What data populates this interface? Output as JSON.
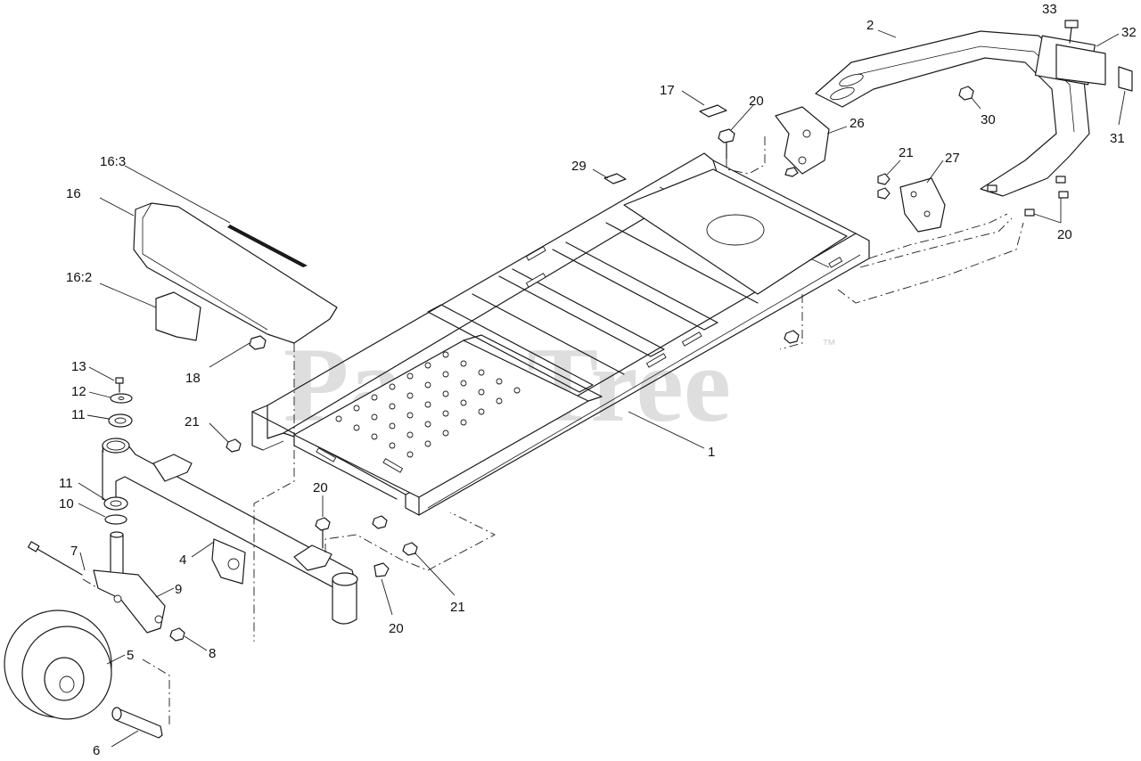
{
  "watermark": {
    "text": "PartsTree",
    "mark": "™"
  },
  "callouts": {
    "c1": "1",
    "c2": "2",
    "c4": "4",
    "c5": "5",
    "c6": "6",
    "c7": "7",
    "c8": "8",
    "c9": "9",
    "c10": "10",
    "c11a": "11",
    "c11b": "11",
    "c12": "12",
    "c13": "13",
    "c16": "16",
    "c16_2": "16:2",
    "c16_3": "16:3",
    "c17": "17",
    "c18": "18",
    "c20a": "20",
    "c20b": "20",
    "c20c": "20",
    "c20d": "20",
    "c21a": "21",
    "c21b": "21",
    "c21c": "21",
    "c26": "26",
    "c27": "27",
    "c29": "29",
    "c30": "30",
    "c31": "31",
    "c32": "32",
    "c33": "33"
  },
  "colors": {
    "line": "#1a1a1a",
    "watermark": "#d9d9d9",
    "background": "#ffffff"
  }
}
